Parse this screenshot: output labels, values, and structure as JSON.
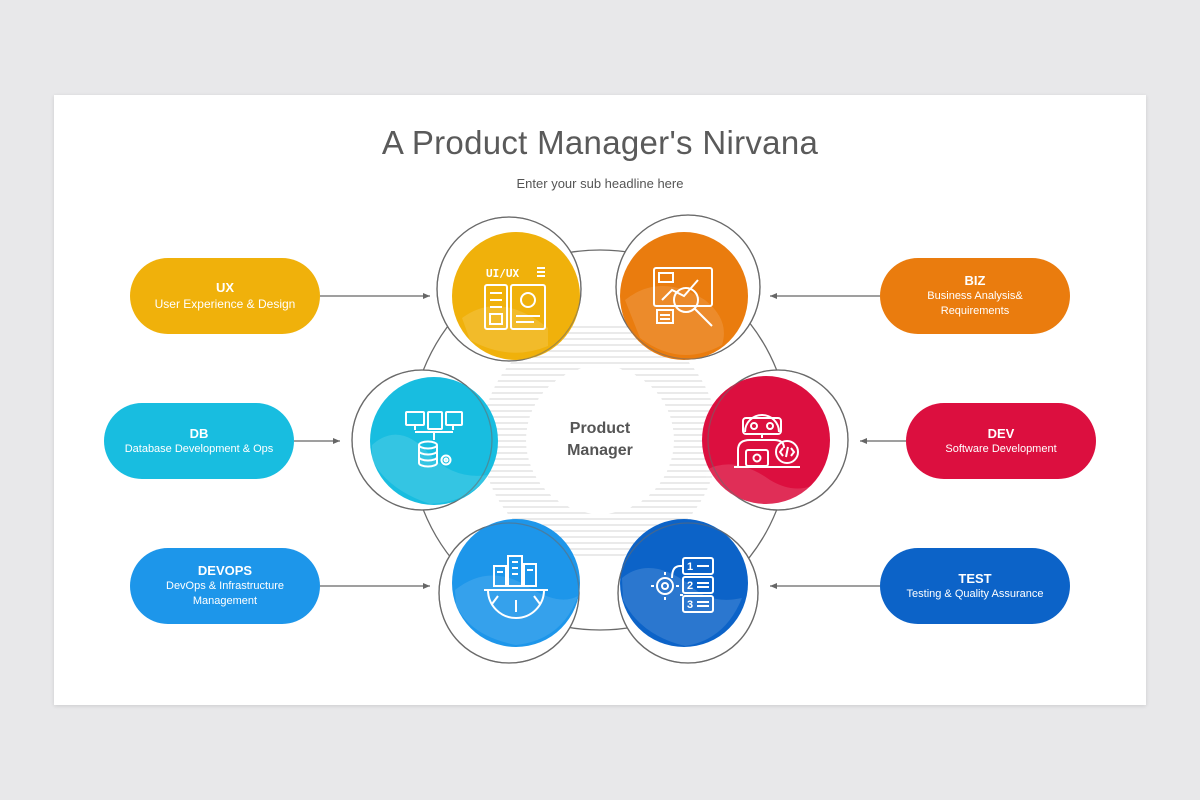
{
  "header": {
    "title": "A Product Manager's Nirvana",
    "subtitle": "Enter your sub headline here"
  },
  "center": {
    "line1": "Product",
    "line2": "Manager"
  },
  "nodes": {
    "ux": {
      "title": "UX",
      "desc": "User Experience & Design",
      "color": "#f0b10b",
      "icon": "ui-ux-layout-icon",
      "icon_text": "UI/UX"
    },
    "biz": {
      "title": "BIZ",
      "desc": "Business Analysis& Requirements",
      "color": "#ea7c0e",
      "icon": "business-analysis-icon"
    },
    "db": {
      "title": "DB",
      "desc": "Database Development & Ops",
      "color": "#18bde0",
      "icon": "database-network-icon"
    },
    "dev": {
      "title": "DEV",
      "desc": "Software Development",
      "color": "#dc0f3f",
      "icon": "developer-robot-icon"
    },
    "devops": {
      "title": "DEVOPS",
      "desc": "DevOps & Infrastructure Management",
      "color": "#1d96ea",
      "icon": "infrastructure-gear-icon"
    },
    "test": {
      "title": "TEST",
      "desc": "Testing & Quality Assurance",
      "color": "#0c63c8",
      "icon": "test-checklist-icon",
      "list_numbers": [
        "1",
        "2",
        "3"
      ]
    }
  }
}
